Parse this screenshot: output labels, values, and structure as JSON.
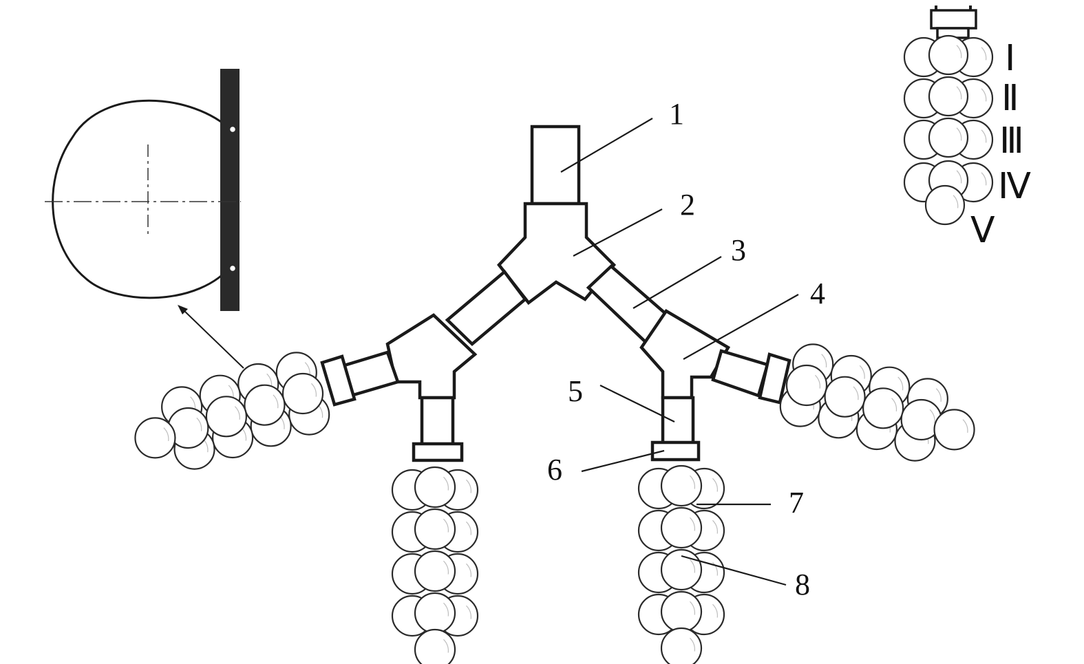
{
  "callouts": [
    {
      "id": "1",
      "label": "1"
    },
    {
      "id": "2",
      "label": "2"
    },
    {
      "id": "3",
      "label": "3"
    },
    {
      "id": "4",
      "label": "4"
    },
    {
      "id": "5",
      "label": "5"
    },
    {
      "id": "6",
      "label": "6"
    },
    {
      "id": "7",
      "label": "7"
    },
    {
      "id": "8",
      "label": "8"
    }
  ],
  "legend": {
    "layers": [
      "Ⅰ",
      "Ⅱ",
      "Ⅲ",
      "Ⅳ",
      "Ⅴ"
    ]
  },
  "colors": {
    "line": "#1a1a1a",
    "plate": "#2a2a2a",
    "background": "#ffffff"
  }
}
